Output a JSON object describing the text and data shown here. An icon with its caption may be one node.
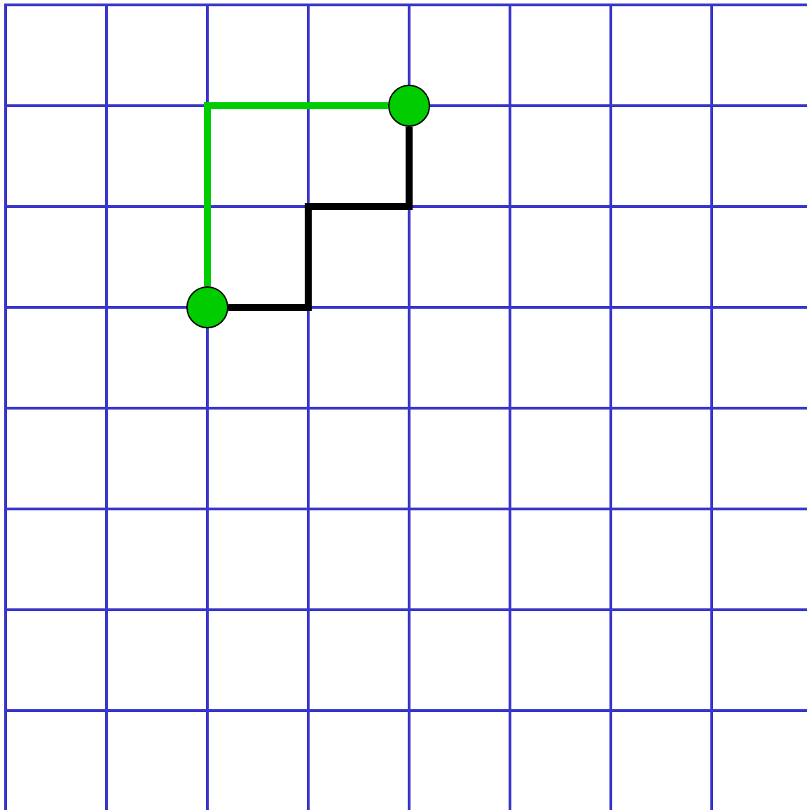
{
  "diagram": {
    "nodes": [
      {
        "text": [],
        "shape": "circle"
      },
      {
        "text": [],
        "shape": "circle"
      }
    ],
    "edges": [
      {
        "from": 1,
        "to": 0,
        "arrow": "none",
        "color": "#00cc00"
      },
      {
        "from": 1,
        "to": 0,
        "arrow": "none",
        "color": "#000000"
      }
    ]
  }
}
